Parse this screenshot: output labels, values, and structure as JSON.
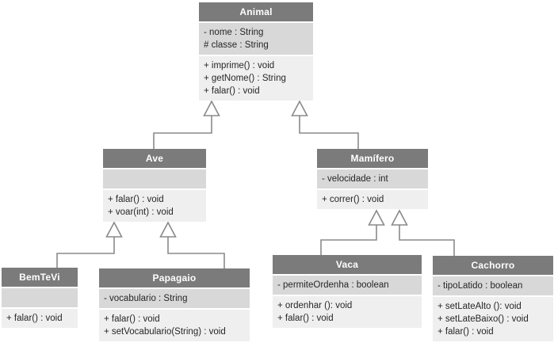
{
  "diagram": {
    "kind": "uml-class-diagram",
    "colors": {
      "header_bg": "#7b7b7b",
      "header_text": "#ffffff",
      "attributes_bg": "#d8d8d8",
      "methods_bg": "#efefef",
      "text": "#262626",
      "connector": "#8a8a8a",
      "background": "#ffffff"
    },
    "classes": [
      {
        "name": "Animal",
        "attributes": [
          "- nome : String",
          "# classe : String"
        ],
        "methods": [
          "+ imprime() : void",
          "+ getNome() : String",
          "+ falar() : void"
        ]
      },
      {
        "name": "Ave",
        "attributes": [],
        "methods": [
          "+ falar() : void",
          "+ voar(int) : void"
        ]
      },
      {
        "name": "Mamífero",
        "attributes": [
          "- velocidade : int"
        ],
        "methods": [
          "+ correr() : void"
        ]
      },
      {
        "name": "BemTeVi",
        "attributes": [],
        "methods": [
          "+ falar() : void"
        ]
      },
      {
        "name": "Papagaio",
        "attributes": [
          "- vocabulario : String"
        ],
        "methods": [
          "+ falar() : void",
          "+ setVocabulario(String) : void"
        ]
      },
      {
        "name": "Vaca",
        "attributes": [
          "- permiteOrdenha : boolean"
        ],
        "methods": [
          "+ ordenhar (): void",
          "+ falar() : void"
        ]
      },
      {
        "name": "Cachorro",
        "attributes": [
          "- tipoLatido : boolean"
        ],
        "methods": [
          "+ setLateAlto (): void",
          "+ setLateBaixo() : void",
          "+ falar() : void"
        ]
      }
    ],
    "relations": [
      {
        "child": "Ave",
        "parent": "Animal",
        "type": "generalization"
      },
      {
        "child": "Mamífero",
        "parent": "Animal",
        "type": "generalization"
      },
      {
        "child": "BemTeVi",
        "parent": "Ave",
        "type": "generalization"
      },
      {
        "child": "Papagaio",
        "parent": "Ave",
        "type": "generalization"
      },
      {
        "child": "Vaca",
        "parent": "Mamífero",
        "type": "generalization"
      },
      {
        "child": "Cachorro",
        "parent": "Mamífero",
        "type": "generalization"
      }
    ]
  }
}
